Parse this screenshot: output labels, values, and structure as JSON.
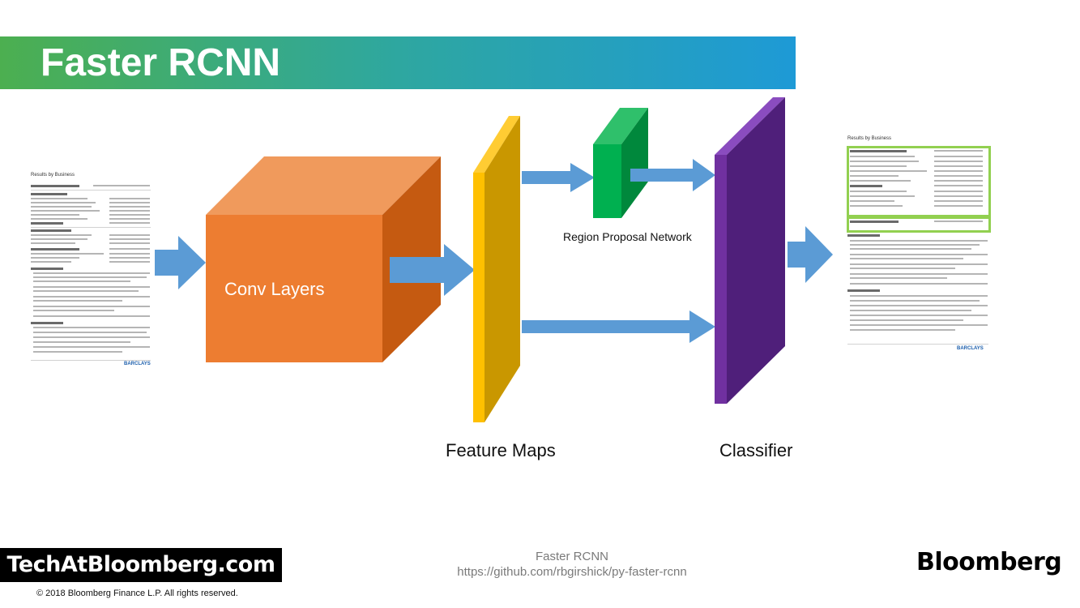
{
  "slide": {
    "title": "Faster RCNN"
  },
  "diagram": {
    "conv_label": "Conv Layers",
    "rpn_label": "Region Proposal Network",
    "feature_maps_label": "Feature Maps",
    "classifier_label": "Classifier",
    "colors": {
      "conv_front": "#ed7d31",
      "conv_top": "#f09a5c",
      "conv_side": "#c55a11",
      "feature_front": "#ffc000",
      "feature_side": "#c99700",
      "rpn_front": "#00b050",
      "rpn_side": "#00883c",
      "classifier_front": "#7030a0",
      "classifier_side": "#4f1f7a",
      "arrow": "#5b9bd5"
    }
  },
  "input_document": {
    "heading": "Results by Business",
    "logo": "BARCLAYS"
  },
  "output_document": {
    "heading": "Results by Business",
    "logo": "BARCLAYS",
    "highlight_color": "#92d050"
  },
  "footer": {
    "brand_tab": "TechAtBloomberg.com",
    "copyright": "© 2018 Bloomberg Finance L.P. All rights reserved.",
    "caption_title": "Faster RCNN",
    "caption_url": "https://github.com/rbgirshick/py-faster-rcnn",
    "brand_logo": "Bloomberg"
  }
}
